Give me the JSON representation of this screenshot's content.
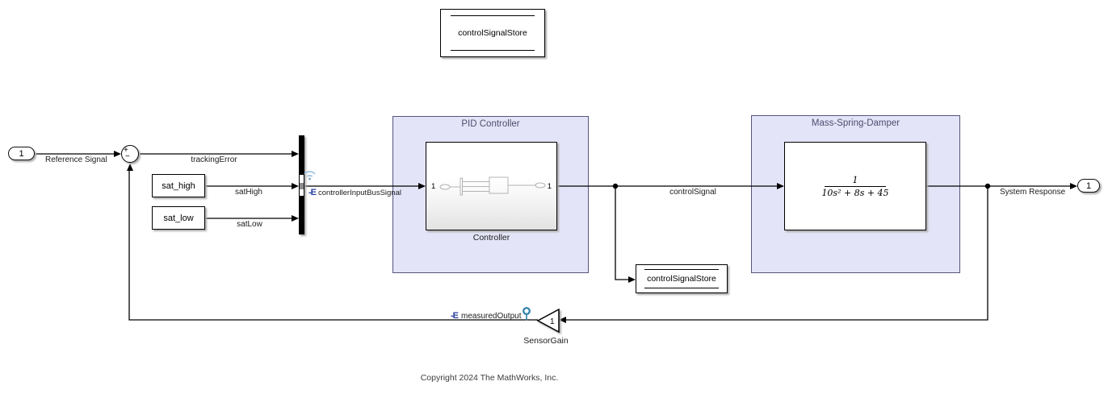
{
  "areas": {
    "pid_title": "PID Controller",
    "msd_title": "Mass-Spring-Damper"
  },
  "blocks": {
    "data_store_memory_label": "controlSignalStore",
    "data_store_write_label": "controlSignalStore",
    "inport_number": "1",
    "outport_number": "1",
    "sum_plus": "+",
    "sum_minus": "−",
    "sat_high_label": "sat_high",
    "sat_low_label": "sat_low",
    "controller_name": "Controller",
    "controller_in_port": "1",
    "controller_out_port": "1",
    "transfer_fcn_numerator": "1",
    "transfer_fcn_denominator": "10s² + 8s + 45",
    "gain_value": "1",
    "gain_name": "SensorGain"
  },
  "signals": {
    "reference": "Reference Signal",
    "tracking_error": "trackingError",
    "sat_high": "satHigh",
    "sat_low": "satLow",
    "controller_input_bus": "controllerInputBusSignal",
    "control_signal": "controlSignal",
    "measured_output": "measuredOutput",
    "system_response": "System Response"
  },
  "icons": {
    "bus_element_label": "-E"
  },
  "footer": "Copyright 2024 The MathWorks, Inc.",
  "colors": {
    "area_fill": "#e4e4f8",
    "area_border": "#55557d",
    "area_title": "#4d4d70",
    "bus_element_icon": "#2b3f9f",
    "logging_badge": "#9ec1dd",
    "test_point_icon": "#2c7fa8",
    "wire": "#000000"
  }
}
